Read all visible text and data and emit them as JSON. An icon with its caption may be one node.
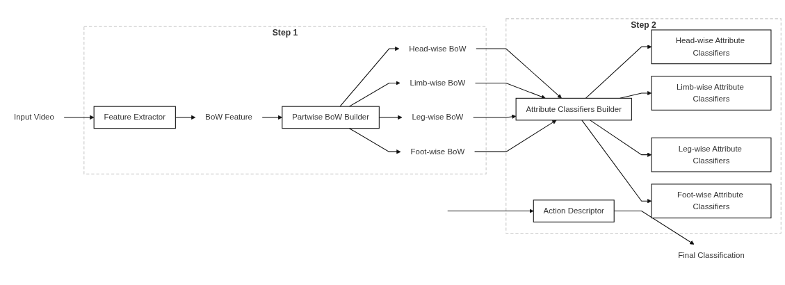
{
  "diagram": {
    "nodes": [
      {
        "text": [
          "Input Video"
        ]
      },
      {
        "text": [
          "Step 1"
        ]
      },
      {
        "text": [
          "Feature Extractor"
        ],
        "in": 1
      },
      {
        "text": [
          "BoW Feature"
        ],
        "in": 1
      },
      {
        "text": [
          "Partwise BoW Builder"
        ],
        "in": 1
      },
      {
        "text": [
          "Head-wise BoW"
        ],
        "in": 1
      },
      {
        "text": [
          "Limb-wise BoW"
        ],
        "in": 1
      },
      {
        "text": [
          "Leg-wise BoW"
        ],
        "in": 1
      },
      {
        "text": [
          "Foot-wise BoW"
        ],
        "in": 1
      },
      {
        "text": [
          "Step 2"
        ]
      },
      {
        "text": [
          "Attribute Classifiers Builder"
        ],
        "in": 9
      },
      {
        "text": [
          "Head-wise Attribute Classifiers"
        ],
        "in": 9
      },
      {
        "text": [
          "Limb-wise Attribute Classifiers"
        ],
        "in": 9
      },
      {
        "text": [
          "Leg-wise Attribute Classifiers"
        ],
        "in": 9
      },
      {
        "text": [
          "Foot-wise Attribute Classifiers"
        ],
        "in": 9
      },
      {
        "text": [
          "Action Descriptor"
        ],
        "in": 9
      },
      {
        "text": [
          "Final Classification"
        ]
      }
    ],
    "edges": [
      {
        "from": 0,
        "to": 2,
        "arrow": "to"
      },
      {
        "from": 2,
        "to": 3,
        "arrow": "to"
      },
      {
        "from": 3,
        "to": 4,
        "arrow": "to"
      },
      {
        "from": 4,
        "to": 5,
        "arrow": "to"
      },
      {
        "from": 4,
        "to": 6,
        "arrow": "to"
      },
      {
        "from": 4,
        "to": 7,
        "arrow": "to"
      },
      {
        "from": 4,
        "to": 8,
        "arrow": "to"
      },
      {
        "from": 5,
        "to": 10,
        "arrow": "to"
      },
      {
        "from": 6,
        "to": 10,
        "arrow": "to"
      },
      {
        "from": 7,
        "to": 10,
        "arrow": "to"
      },
      {
        "from": 8,
        "to": 10,
        "arrow": "to"
      },
      {
        "from": 10,
        "to": 11,
        "arrow": "to"
      },
      {
        "from": 10,
        "to": 12,
        "arrow": "to"
      },
      {
        "from": 10,
        "to": 13,
        "arrow": "to"
      },
      {
        "from": 10,
        "to": 14,
        "arrow": "to"
      },
      {
        "from": null,
        "to": 15,
        "arrow": "to"
      },
      {
        "from": 15,
        "to": 16,
        "arrow": "to"
      }
    ]
  }
}
